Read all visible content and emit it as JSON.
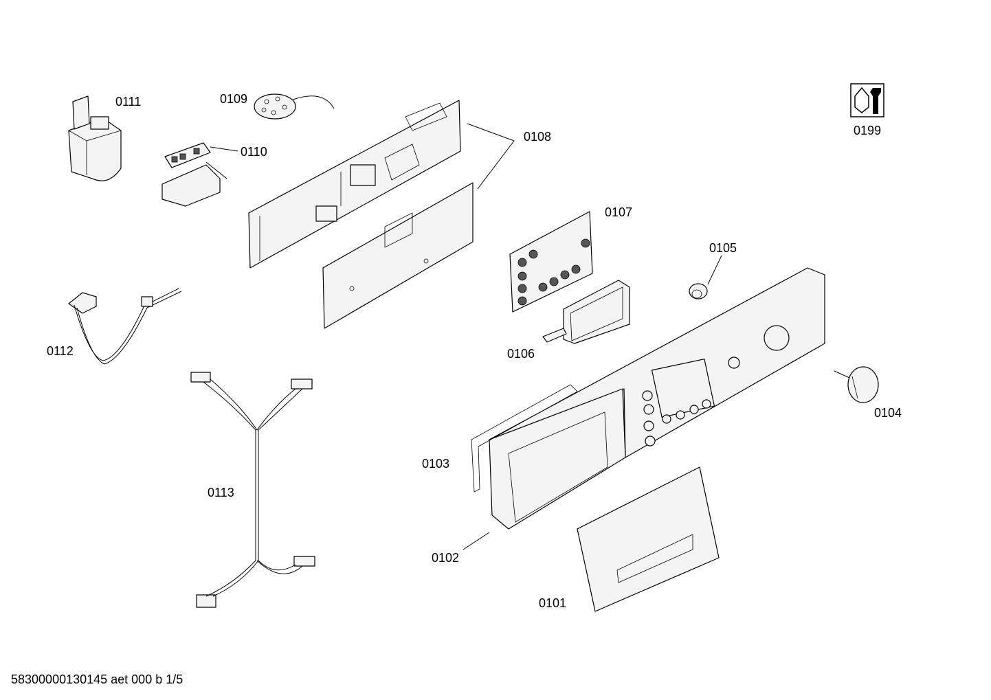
{
  "labels": {
    "p0101": "0101",
    "p0102": "0102",
    "p0103": "0103",
    "p0104": "0104",
    "p0105": "0105",
    "p0106": "0106",
    "p0107": "0107",
    "p0108": "0108",
    "p0109": "0109",
    "p0110": "0110",
    "p0111": "0111",
    "p0112": "0112",
    "p0113": "0113",
    "p0199": "0199"
  },
  "footer": "58300000130145 aet 000 b 1/5",
  "icons": {
    "tool": "wrench-nut-icon"
  }
}
